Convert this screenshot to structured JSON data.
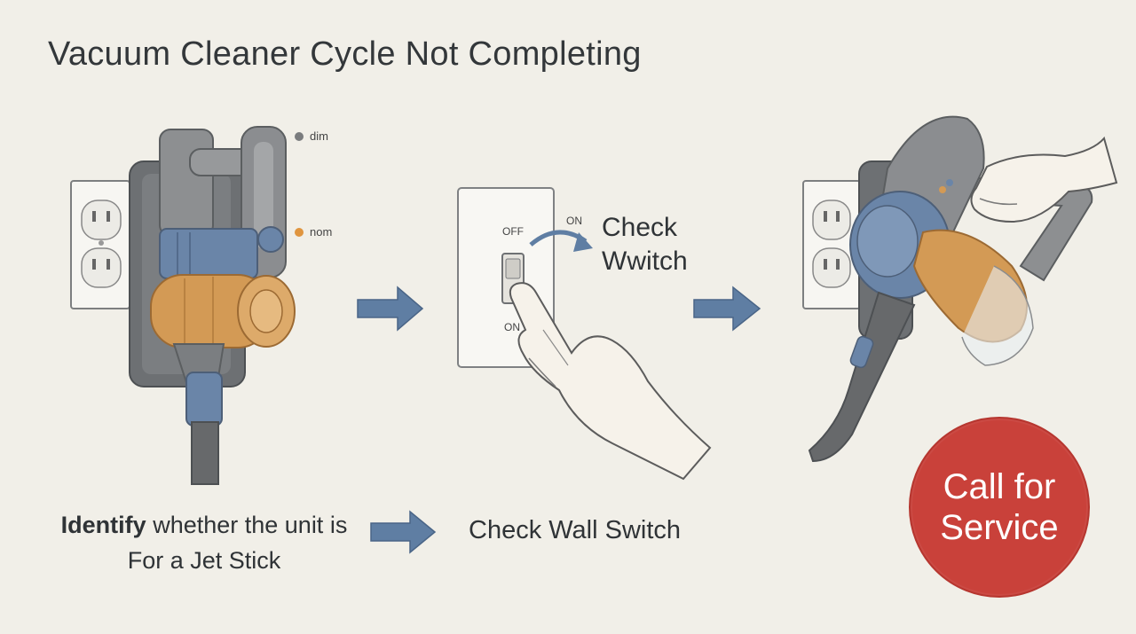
{
  "title": "Vacuum Cleaner Cycle Not Completing",
  "step1": {
    "indicator_dim": "dim",
    "indicator_nom": "nom",
    "caption_bold": "Identify",
    "caption_rest": " whether the unit is",
    "caption_line2": "For a Jet Stick"
  },
  "step2": {
    "switch_off": "OFF",
    "switch_on_top": "ON",
    "switch_on_bottom": "ON",
    "callout_line1": "Check",
    "callout_line2": "Wwitch",
    "caption": "Check Wall Switch"
  },
  "step3": {
    "button_line1": "Call for",
    "button_line2": "Service"
  },
  "colors": {
    "background": "#f1efe8",
    "arrow": "#5f7ea3",
    "service": "#c9413a",
    "vacuum_body": "#8a8c8e",
    "vacuum_blue": "#6a85a8",
    "vacuum_orange": "#d39a55"
  }
}
